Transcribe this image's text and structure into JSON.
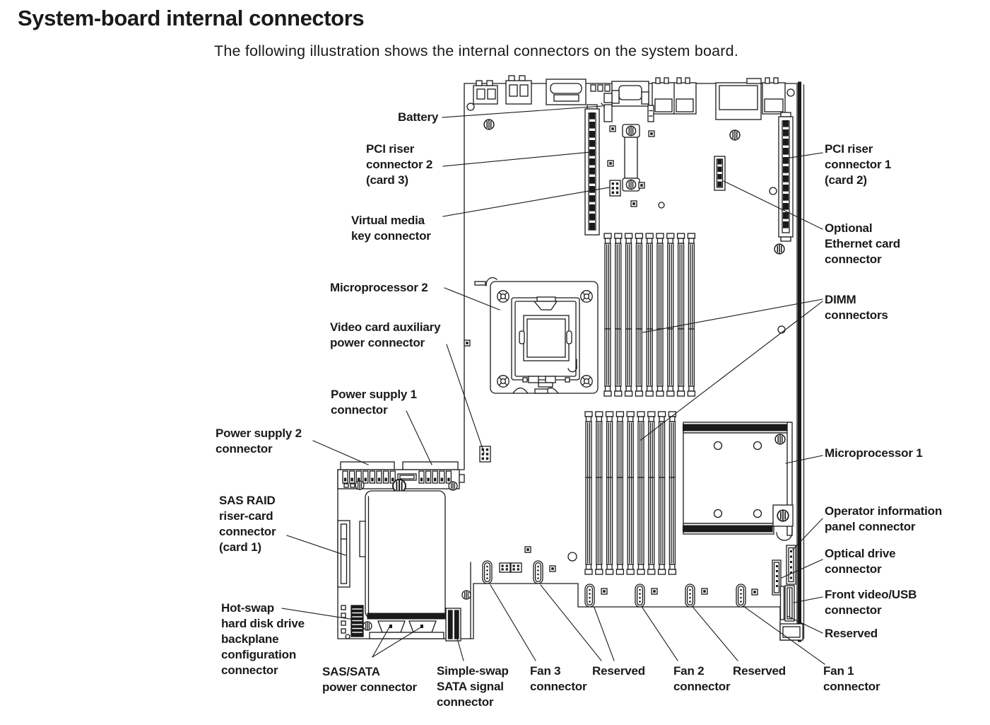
{
  "page": {
    "title": "System-board internal connectors",
    "subtitle": "The following illustration shows the internal connectors on the system board."
  },
  "callouts": {
    "battery": "Battery",
    "pci_riser_2": "PCI riser\nconnector 2\n(card 3)",
    "virtual_media": "Virtual media\nkey connector",
    "microprocessor_2": "Microprocessor 2",
    "video_aux_power": "Video card auxiliary\npower connector",
    "power_supply_1": "Power supply 1\nconnector",
    "power_supply_2": "Power supply 2\nconnector",
    "sas_raid_riser": "SAS RAID\nriser-card\nconnector\n(card 1)",
    "hot_swap_backplane": "Hot-swap\nhard disk drive\nbackplane\nconfiguration\nconnector",
    "sas_sata_power": "SAS/SATA\npower connector",
    "simple_swap_sata": "Simple-swap\nSATA signal\nconnector",
    "fan_3": "Fan 3\nconnector",
    "reserved_bottom_1": "Reserved",
    "fan_2": "Fan 2\nconnector",
    "reserved_bottom_2": "Reserved",
    "fan_1": "Fan 1\nconnector",
    "pci_riser_1": "PCI riser\nconnector 1\n(card 2)",
    "ethernet_card": "Optional\nEthernet card\nconnector",
    "dimm": "DIMM\nconnectors",
    "microprocessor_1": "Microprocessor 1",
    "operator_panel": "Operator information\npanel connector",
    "optical_drive": "Optical drive\nconnector",
    "front_video_usb": "Front video/USB\nconnector",
    "reserved_right": "Reserved"
  },
  "colors": {
    "ink": "#1a1a1a",
    "paper": "#ffffff"
  }
}
